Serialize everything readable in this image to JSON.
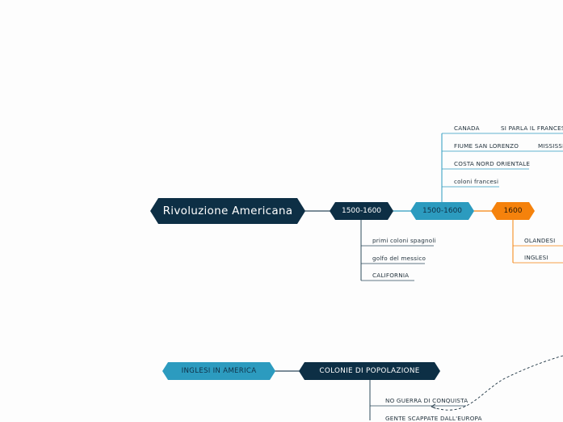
{
  "colors": {
    "navy": "#0d2f45",
    "teal": "#2c9bbf",
    "orange": "#f5820c",
    "line_dark": "#2d4a5c",
    "line_teal": "#2c9bbf",
    "line_orange": "#f5820c"
  },
  "nodes": {
    "root": "Rivoluzione Americana",
    "period1": "1500-1600",
    "period2": "1500-1600",
    "period3": "1600",
    "inglesi_in_america": "INGLESI IN AMERICA",
    "colonie": "COLONIE DI POPOLAZIONE"
  },
  "leaves": {
    "canada": "CANADA",
    "si_parla_francese": "SI PARLA IL FRANCESE",
    "fiume": "FIUME SAN LORENZO",
    "mississippi": "MISSISSI",
    "costa": "COSTA NORD ORIENTALE",
    "coloni_francesi": "coloni francesi",
    "primi_coloni": "primi coloni spagnoli",
    "golfo": "golfo del messico",
    "california": "CALIFORNIA",
    "olandesi": "OLANDESI",
    "inglesi": "INGLESI",
    "no_guerra": "NO GUERRA DI CONQUISTA",
    "gente_scappate": "GENTE SCAPPATE DALL'EUROPA"
  }
}
